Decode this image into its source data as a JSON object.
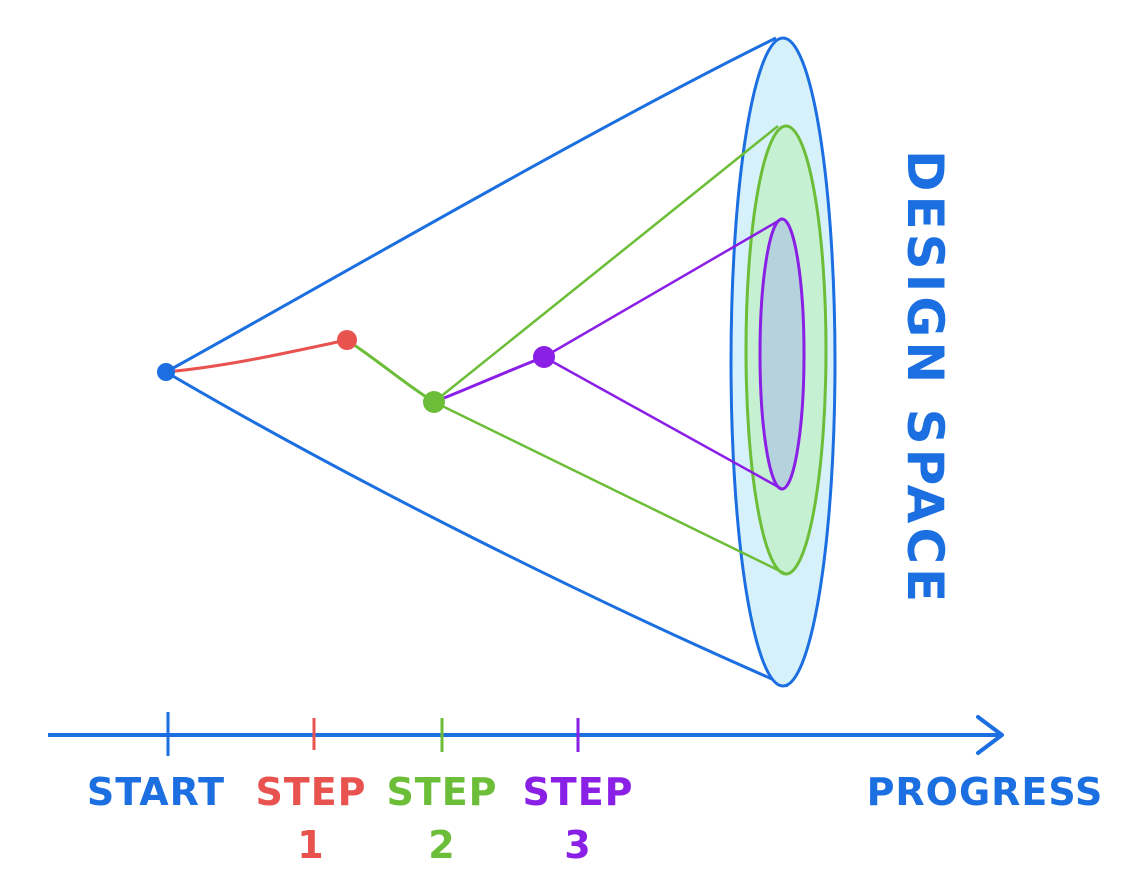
{
  "side_label": "DESIGN SPACE",
  "timeline": {
    "axis_label": "PROGRESS",
    "start_label": "START",
    "steps": [
      {
        "word": "STEP",
        "number": "1",
        "color": "#e8524f"
      },
      {
        "word": "STEP",
        "number": "2",
        "color": "#6cbd38"
      },
      {
        "word": "STEP",
        "number": "3",
        "color": "#8a1fe6"
      }
    ]
  },
  "colors": {
    "start": "#1b6fe0",
    "outer_cone_fill": "#d7f1fb",
    "middle_cone_fill": "#c6f0d2",
    "inner_cone_fill": "#b6d2dc"
  }
}
